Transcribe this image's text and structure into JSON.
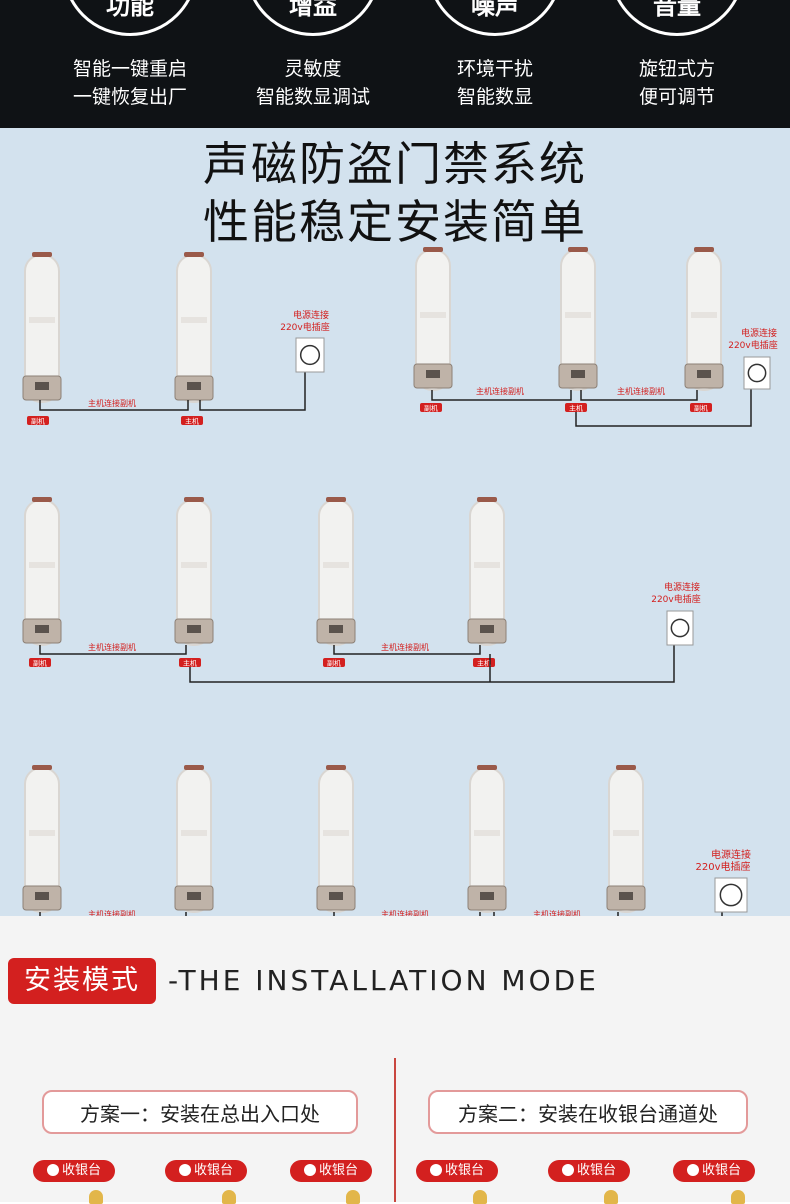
{
  "features": [
    {
      "circle_label": "功能",
      "line1": "智能一键重启",
      "line2": "一键恢复出厂"
    },
    {
      "circle_label": "增益",
      "line1": "灵敏度",
      "line2": "智能数显调试"
    },
    {
      "circle_label": "噪声",
      "line1": "环境干扰",
      "line2": "智能数显"
    },
    {
      "circle_label": "音量",
      "line1": "旋钮式方",
      "line2": "便可调节"
    }
  ],
  "headline": {
    "line1": "声磁防盗门禁系统",
    "line2": "性能稳定安装简单"
  },
  "labels": {
    "power": "电源连接",
    "socket": "220v电插座",
    "connect": "主机连接副机",
    "sub": "副机",
    "main": "主机"
  },
  "mode": {
    "badge": "安装模式",
    "text": "-THE INSTALLATION MODE"
  },
  "plans": [
    {
      "label": "方案一：安装在总出入口处"
    },
    {
      "label": "方案二：安装在收银台通道处"
    }
  ],
  "cashier_label": "收银台",
  "colors": {
    "dark_band": "#0f1215",
    "diagram_bg": "#d3e2ee",
    "accent_red": "#d3201f",
    "bottom_bg": "#f4f4f4"
  },
  "icons": {
    "cashier": "cashier-icon",
    "bulb": "lamp-icon",
    "socket": "power-socket-icon"
  }
}
